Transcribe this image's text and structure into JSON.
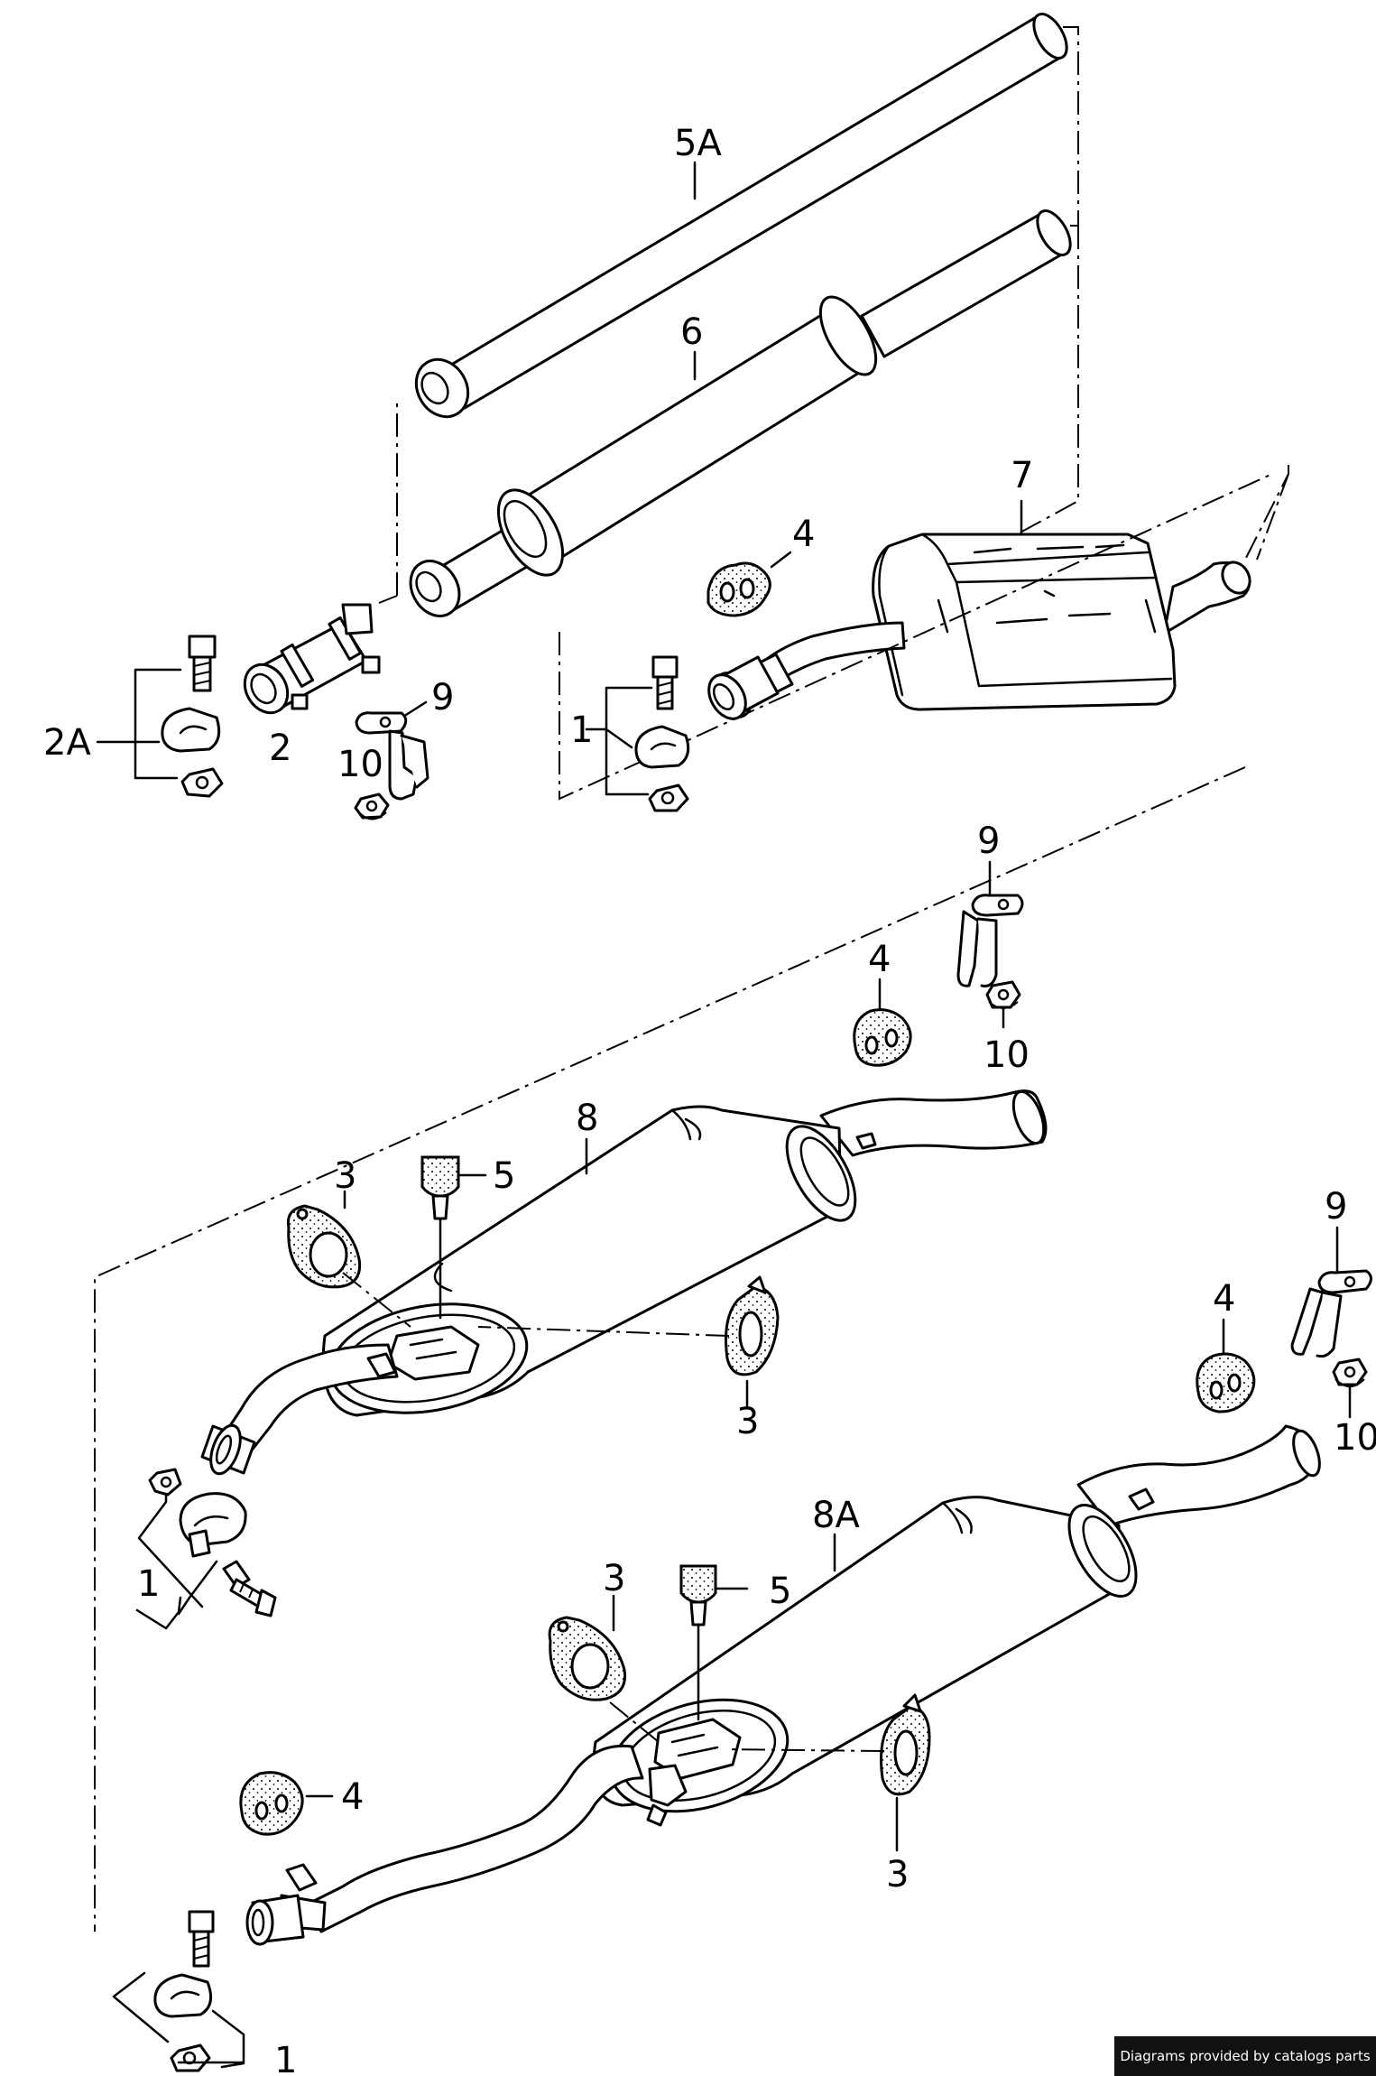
{
  "labels": {
    "l_5A": "5A",
    "l_6": "6",
    "l_7": "7",
    "l_4a": "4",
    "l_9a": "9",
    "l_10a": "10",
    "l_2": "2",
    "l_2A": "2A",
    "l_1a": "1",
    "l_9b": "9",
    "l_4b": "4",
    "l_10b": "10",
    "l_8": "8",
    "l_5a": "5",
    "l_3a": "3",
    "l_3b": "3",
    "l_1b": "1",
    "l_9c": "9",
    "l_4c": "4",
    "l_10c": "10",
    "l_8A": "8A",
    "l_3c": "3",
    "l_5b": "5",
    "l_4d": "4",
    "l_3d": "3",
    "l_1c": "1"
  },
  "footer": {
    "credit": "Diagrams provided by catalogs parts"
  },
  "colors": {
    "line": "#000000",
    "background": "#ffffff",
    "credit_bg": "#111111",
    "credit_text": "#ffffff"
  }
}
